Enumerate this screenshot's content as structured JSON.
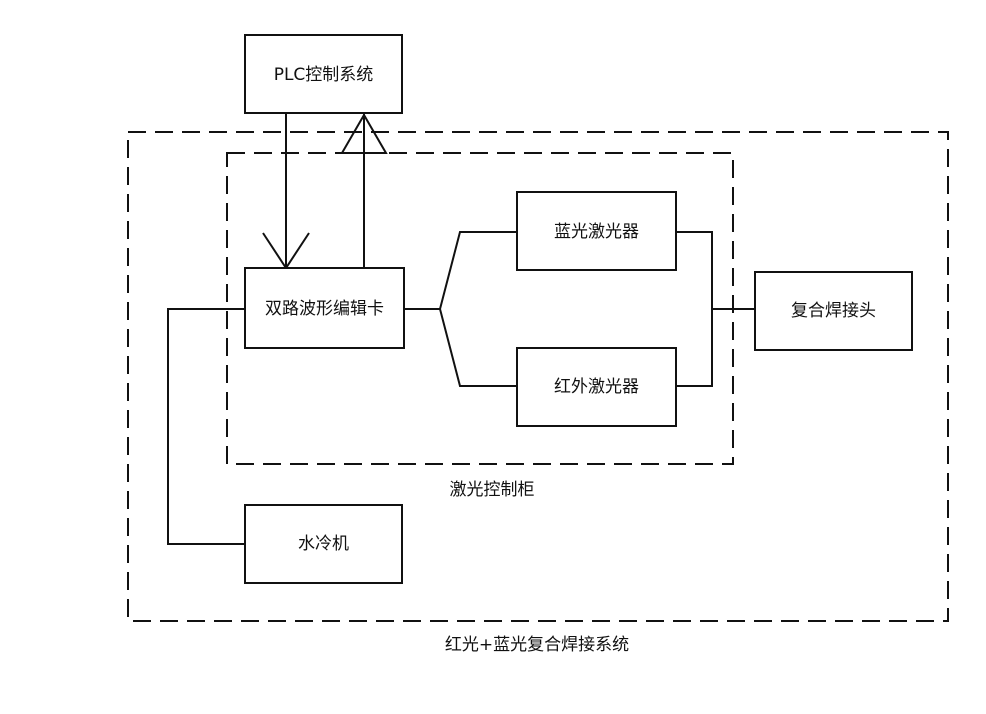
{
  "nodes": {
    "plc": "PLC控制系统",
    "waveform_card": "双路波形编辑卡",
    "blue_laser": "蓝光激光器",
    "ir_laser": "红外激光器",
    "weld_head": "复合焊接头",
    "chiller": "水冷机"
  },
  "groups": {
    "laser_cabinet": "激光控制柜",
    "welding_system": "红光+蓝光复合焊接系统"
  },
  "colors": {
    "line": "#111111",
    "background": "#ffffff"
  }
}
